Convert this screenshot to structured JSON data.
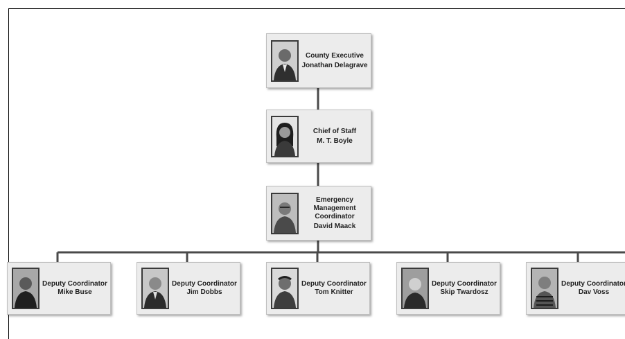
{
  "org_chart": {
    "executive": {
      "title": "County Executive",
      "name": "Jonathan Delagrave"
    },
    "chief_of_staff": {
      "title": "Chief of Staff",
      "name": "M. T. Boyle"
    },
    "coordinator": {
      "title": "Emergency Management Coordinator",
      "name": "David Maack"
    },
    "deputies": [
      {
        "label": "Deputy Coordinator Mike Buse"
      },
      {
        "label": "Deputy Coordinator Jim Dobbs"
      },
      {
        "label": "Deputy Coordinator Tom Knitter"
      },
      {
        "label": "Deputy Coordinator Skip Twardosz"
      },
      {
        "label": "Deputy Coordinator Dav Voss"
      }
    ]
  },
  "colors": {
    "connector": "#4a4a4a",
    "box_fill": "#ececec",
    "text": "#222222"
  },
  "icons": {
    "portrait": "person-photo-icon"
  }
}
